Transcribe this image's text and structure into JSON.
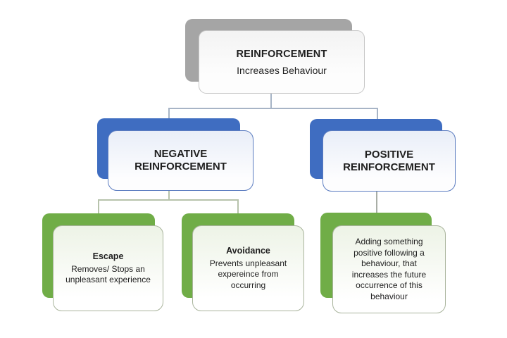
{
  "colors": {
    "blue": "#3f6dc1",
    "green": "#70ad47",
    "gray": "#a5a5a5",
    "conn-blue": "#a7b4c6",
    "conn-green": "#b7c3ac",
    "conn-gray": "#a9aea6"
  },
  "nodes": {
    "root": {
      "title": "REINFORCEMENT",
      "subtitle": "Increases Behaviour"
    },
    "negative": {
      "title": "NEGATIVE REINFORCEMENT"
    },
    "positive": {
      "title": "POSITIVE REINFORCEMENT"
    },
    "escape": {
      "title": "Escape",
      "body": "Removes/ Stops an unpleasant experience"
    },
    "avoidance": {
      "title": "Avoidance",
      "body": "Prevents unpleasant expereince from occurring"
    },
    "positive_detail": {
      "body": "Adding something positive following a behaviour, that increases the future occurrence of this behaviour"
    }
  }
}
